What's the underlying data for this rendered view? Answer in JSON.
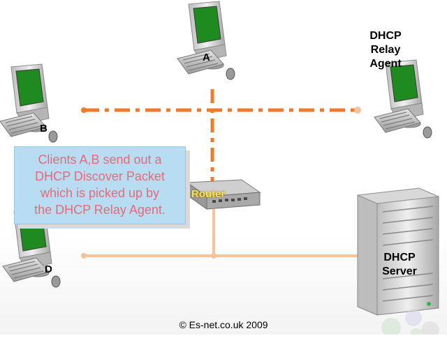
{
  "diagram": {
    "relay_agent_label": [
      "DHCP",
      "Relay",
      "Agent"
    ],
    "client_a_label": "A",
    "client_b_label": "B",
    "client_d_label": "D",
    "router_label": "Router",
    "server_label": [
      "DHCP",
      "Server"
    ],
    "callout_lines": [
      "Clients A,B send out a",
      "DHCP Discover Packet",
      "which is picked up by",
      "the DHCP Relay Agent."
    ],
    "copyright": "© Es-net.co.uk 2009"
  },
  "colors": {
    "dashed_link": "#ee7a2a",
    "solid_link": "#f7c39c",
    "screen": "#1f8a1f",
    "callout_bg": "#b8ddf3",
    "callout_text": "#e66a78"
  },
  "icons": [
    "computer-icon",
    "router-icon",
    "server-icon"
  ]
}
